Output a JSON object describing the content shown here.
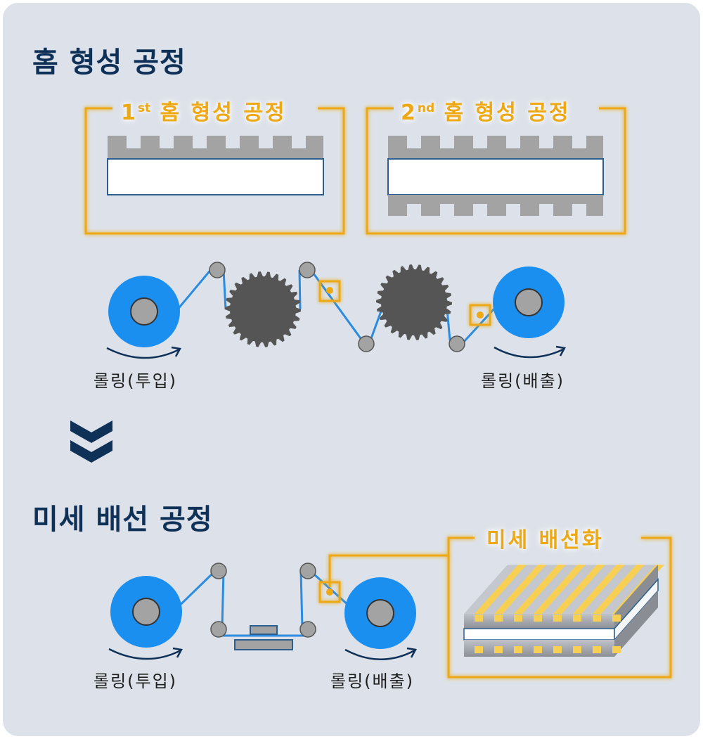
{
  "groove_process": {
    "title": "홈 형성 공정",
    "first_label": {
      "ordinal": "1",
      "suffix": "st",
      "text": "홈 형성 공정"
    },
    "second_label": {
      "ordinal": "2",
      "suffix": "nd",
      "text": "홈 형성 공정"
    },
    "input_caption": "롤링(투입)",
    "output_caption": "롤링(배출)"
  },
  "wiring_process": {
    "title": "미세 배선 공정",
    "detail_label": "미세 배선화",
    "input_caption": "롤링(투입)",
    "output_caption": "롤링(배출)"
  },
  "colors": {
    "title": "#0f3157",
    "highlight": "#eda814",
    "roll": "#1b8ff0",
    "web": "#2a8be0",
    "gear": "#555555",
    "panel": "#dde2ea"
  }
}
